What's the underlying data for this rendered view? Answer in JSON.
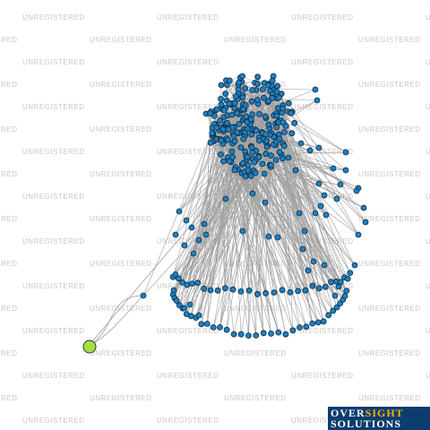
{
  "watermark": {
    "text": "UNREGISTERED"
  },
  "graph": {
    "edge_color": "#a0a0a0",
    "node_color": "#1f7fc0",
    "node_stroke": "#0a2a40",
    "root_color": "#a8e040"
  },
  "logo": {
    "word1a": "OVER",
    "word1b": "SIGHT",
    "word2": "SOLUTIONS"
  }
}
